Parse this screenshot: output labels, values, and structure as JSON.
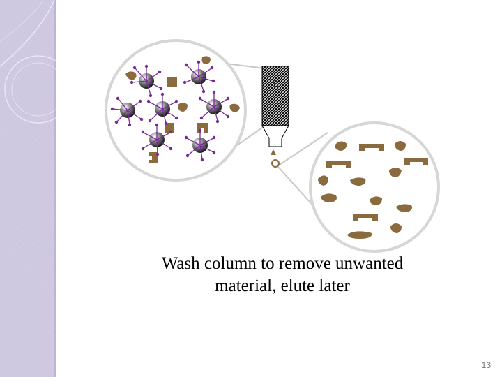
{
  "slide": {
    "caption_line1": "Wash column to remove unwanted",
    "caption_line2": "material, elute later",
    "page_number": "13"
  },
  "colors": {
    "side_band": "#cdc6e0",
    "protein": "#8b6a3e",
    "antibody": "#7a2a9a",
    "bead": "#555555"
  },
  "icons": [
    "affinity-bead-icon",
    "antibody-icon",
    "protein-icon",
    "column-icon",
    "eluted-protein-icon"
  ]
}
